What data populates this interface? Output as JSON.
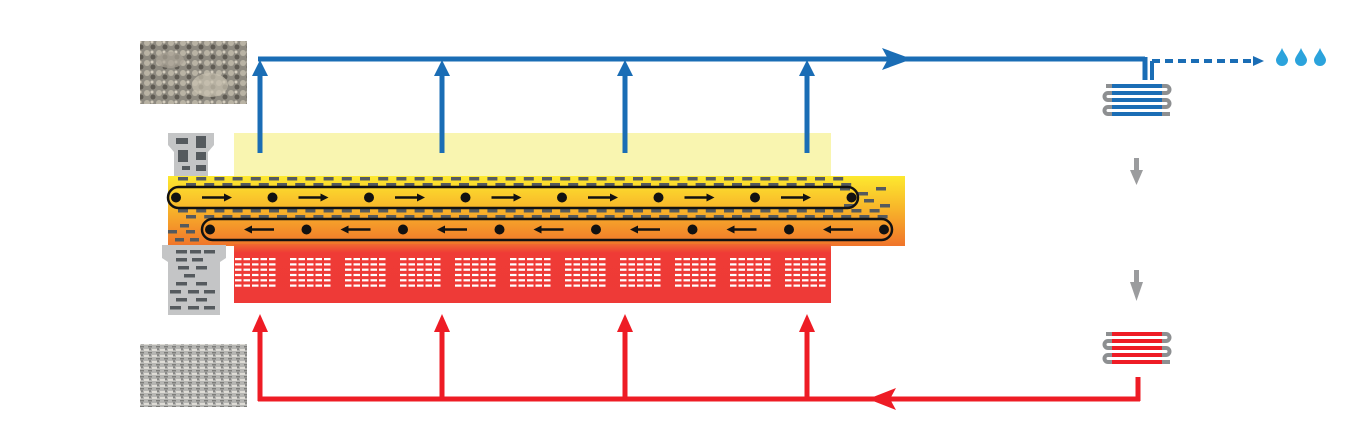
{
  "diagram": {
    "type": "belt-dryer-process",
    "colors": {
      "air_cold": "#1a6db5",
      "air_hot": "#ee1c25",
      "drying_zone": "#f9f5b0",
      "heating_zone": "#ef3b36",
      "belt_top": "#fde23a",
      "belt_bottom": "#f28c28",
      "material_block": "#555a5e",
      "hopper": "#c4c5c6",
      "coil": "#8d8f91",
      "water": "#2ba3dc",
      "flow_arrow_gray": "#9b9c9e"
    },
    "components": {
      "wet_sludge_image": "wet-sludge-photo",
      "dry_pellets_image": "dry-pellets-photo",
      "feed_hopper": "inlet-hopper",
      "discharge_hopper": "outlet-hopper",
      "upper_belt": {
        "direction": "right",
        "roller_count": 8
      },
      "lower_belt": {
        "direction": "left",
        "roller_count": 8
      },
      "condenser": "condenser-coil",
      "heater": "heater-coil",
      "water_output": {
        "droplets": 3
      },
      "hot_air_risers": 4,
      "humid_air_risers": 4
    }
  }
}
